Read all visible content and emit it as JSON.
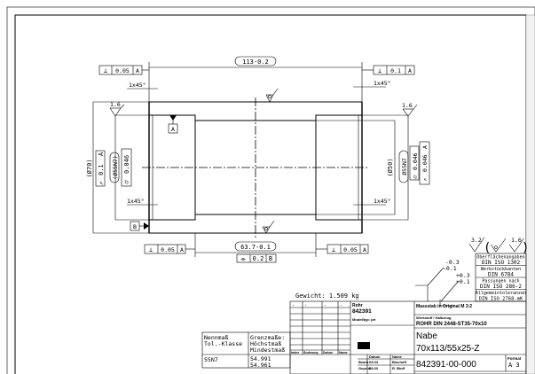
{
  "drawing": {
    "length_dim": "113-0.2",
    "inner_length_dim": "63.7-0.1",
    "chamfers": [
      "1x45°",
      "1x45°",
      "1x45°",
      "1x45°"
    ],
    "outer_diameter": "(Ø70)",
    "bore_left": "(Ø55N7)",
    "bore_right": "Ø55N7",
    "inner_diameter": "(Ø50)",
    "roughness_left": "1.6",
    "roughness_right": "1.6",
    "datum_a": "A",
    "datum_b": "B",
    "fcf": {
      "top_left": {
        "symbol": "⊥",
        "value": "0.05",
        "datum": "A"
      },
      "top_right": {
        "symbol": "⊥",
        "value": "0.1",
        "datum": "A"
      },
      "bottom_left": {
        "symbol": "⊥",
        "value": "0.05",
        "datum": "A"
      },
      "bottom_right": {
        "symbol": "⊥",
        "value": "0.05",
        "datum": "A"
      },
      "symmetry": {
        "symbol": "⌯",
        "value": "0.2",
        "datum": "B"
      },
      "runout_outer": {
        "symbol": "↗",
        "value": "0.1",
        "datum": "A"
      },
      "cyl_left": {
        "symbol": "⌭",
        "value": "0.046"
      },
      "cyl_right": {
        "symbol": "⌭",
        "value": "0.046"
      },
      "runout_right": {
        "symbol": "↗",
        "value": "0.046",
        "datum": "A"
      }
    }
  },
  "surface": {
    "general": "3.2",
    "inner": "1.6",
    "tol_minus_upper": "-0.3",
    "tol_minus_lower": "-0.1",
    "tol_plus_upper": "+0.3",
    "tol_plus_lower": "+0.1"
  },
  "standards": [
    {
      "label": "Oberflächenangaben",
      "value": "DIN ISO 1302"
    },
    {
      "label": "Werkstückkanten",
      "value": "DIN 6784"
    },
    {
      "label": "Passungen nach",
      "value": "DIN ISO 286-2"
    },
    {
      "label": "Allgemeintoleranzen",
      "value": "DIN ISO 2768-mK"
    }
  ],
  "weight": "Gewicht: 1.509 kg",
  "fit_table": {
    "h1a": "Nennmaß",
    "h1b": "Tol.-Klasse",
    "h2a": "Grenzmaße:",
    "h2b": "Höchstmaß",
    "h2c": "Mindestmaß",
    "class": "55N7",
    "max": "54.991",
    "min": "54.961"
  },
  "title_block": {
    "rev_cols": [
      "Index",
      "Änderung",
      "Datum",
      "Name"
    ],
    "rev_cell": "-",
    "rohr": "Rohr",
    "part_no_short": "842391",
    "modelltyp": "Modelltyp: prt",
    "scale": "Massstab in Original M 3:2",
    "material_label": "Werkstoff / Halbzeug",
    "material": "ROHR DIN 2448-ST35-70x10",
    "name": "Nabe",
    "name2": "70x113/55x25-Z",
    "drawing_no": "842391-00-000",
    "format_label": "Format",
    "format": "A 3",
    "date_label": "Datum",
    "name_label": "Name",
    "bearb": "Bearb",
    "gepr": "Geprüft",
    "date1": "03.03",
    "date2": "03.03",
    "name1": "Bischoff",
    "name2b": "R. Bluff"
  }
}
